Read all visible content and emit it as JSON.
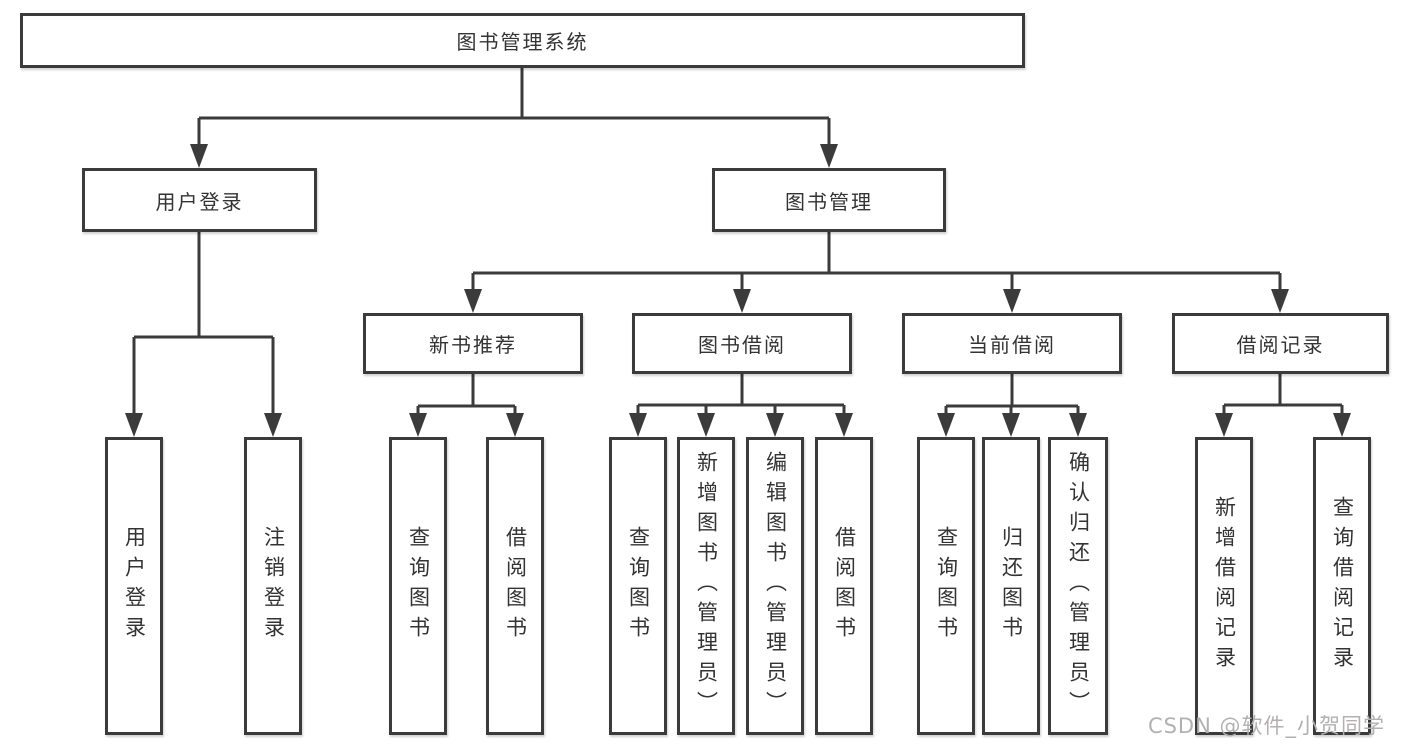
{
  "tree": {
    "label": "图书管理系统",
    "children": [
      {
        "label": "用户登录",
        "children": [
          {
            "label": "用户登录"
          },
          {
            "label": "注销登录"
          }
        ]
      },
      {
        "label": "图书管理",
        "children": [
          {
            "label": "新书推荐",
            "children": [
              {
                "label": "查询图书"
              },
              {
                "label": "借阅图书"
              }
            ]
          },
          {
            "label": "图书借阅",
            "children": [
              {
                "label": "查询图书"
              },
              {
                "label": "新增图书（管理员）"
              },
              {
                "label": "编辑图书（管理员）"
              },
              {
                "label": "借阅图书"
              }
            ]
          },
          {
            "label": "当前借阅",
            "children": [
              {
                "label": "查询图书"
              },
              {
                "label": "归还图书"
              },
              {
                "label": "确认归还（管理员）"
              }
            ]
          },
          {
            "label": "借阅记录",
            "children": [
              {
                "label": "新增借阅记录"
              },
              {
                "label": "查询借阅记录"
              }
            ]
          }
        ]
      }
    ]
  },
  "watermark": {
    "text": "CSDN @软件_小贺同学"
  },
  "colors": {
    "line": "#3b3b3b",
    "box_border": "#3b3b3b",
    "box_fill": "#ffffff",
    "text": "#333333",
    "watermark": "#b3b0b0",
    "background": "#ffffff"
  }
}
